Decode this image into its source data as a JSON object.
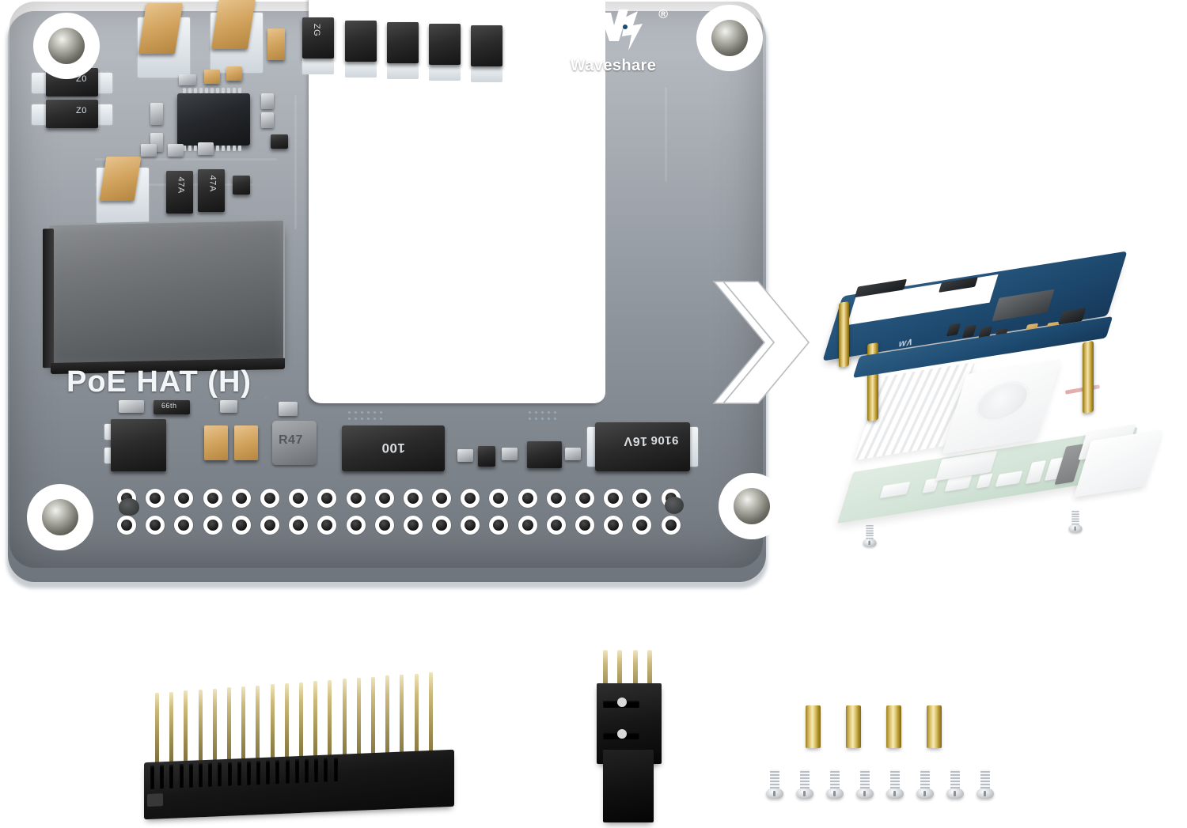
{
  "product": {
    "board_silkscreen_title": "PoE HAT (H)",
    "brand_name": "Waveshare",
    "brand_trademark": "®",
    "brand_logo_icon": "waveshare-w-logo"
  },
  "main_board": {
    "name": "poe-hat-h-pcb",
    "pcb_color": "#1b4a71",
    "silkscreen_color": "#f3f6f8",
    "mounting_holes": 4,
    "gpio_header": {
      "rows": 2,
      "columns": 20,
      "total_pins": 40
    },
    "components": [
      {
        "ref": "U1",
        "label": "",
        "type": "qfn-ic"
      },
      {
        "ref": "T1",
        "label": "",
        "type": "shielded-transformer"
      },
      {
        "ref": "C1",
        "label": "",
        "type": "mlcc-capacitor"
      },
      {
        "ref": "C2",
        "label": "",
        "type": "mlcc-capacitor"
      },
      {
        "ref": "L1",
        "label": "R47",
        "type": "power-inductor"
      },
      {
        "ref": "C20",
        "label": "16V",
        "type": "tantalum-capacitor"
      },
      {
        "ref": "C20b",
        "label": "9106",
        "type": "tantalum-capacitor"
      },
      {
        "ref": "L2",
        "label": "100",
        "type": "shielded-inductor"
      },
      {
        "ref": "R10",
        "label": "66th",
        "type": "resistor"
      },
      {
        "ref": "D1",
        "label": "ZG",
        "type": "diode"
      },
      {
        "ref": "D2",
        "label": "Z0",
        "type": "diode"
      },
      {
        "ref": "D3",
        "label": "Z0",
        "type": "diode"
      },
      {
        "ref": "C3",
        "label": "47A",
        "type": "capacitor"
      },
      {
        "ref": "C4",
        "label": "47A",
        "type": "capacitor"
      }
    ]
  },
  "assembly_illustration": {
    "name": "exploded-assembly-view",
    "arrow_icon": "double-chevron-right-icon",
    "layers": [
      {
        "label": "PoE HAT (H)",
        "type": "hat-board"
      },
      {
        "label": "Brass standoffs",
        "type": "standoffs"
      },
      {
        "label": "Active Cooler",
        "type": "heatsink-fan"
      },
      {
        "label": "Raspberry Pi 5",
        "type": "single-board-computer"
      },
      {
        "label": "Screws",
        "type": "screws"
      }
    ]
  },
  "accessories": [
    {
      "name": "stacking-header",
      "label": "2x20 stacking header",
      "quantity": 1,
      "pins": 40
    },
    {
      "name": "poe-connector",
      "label": "4-pin PoE connector",
      "quantity": 1,
      "pins": 4
    },
    {
      "name": "brass-standoffs",
      "label": "Brass standoffs",
      "quantity": 4
    },
    {
      "name": "mounting-screws",
      "label": "Mounting screws",
      "quantity": 8
    }
  ],
  "colors": {
    "pcb_blue": "#1b4a71",
    "brass": "#d7bc63",
    "silver": "#c7ccd1",
    "black_plastic": "#121212",
    "background": "#ffffff",
    "pi_green": "#b9d4c0"
  }
}
